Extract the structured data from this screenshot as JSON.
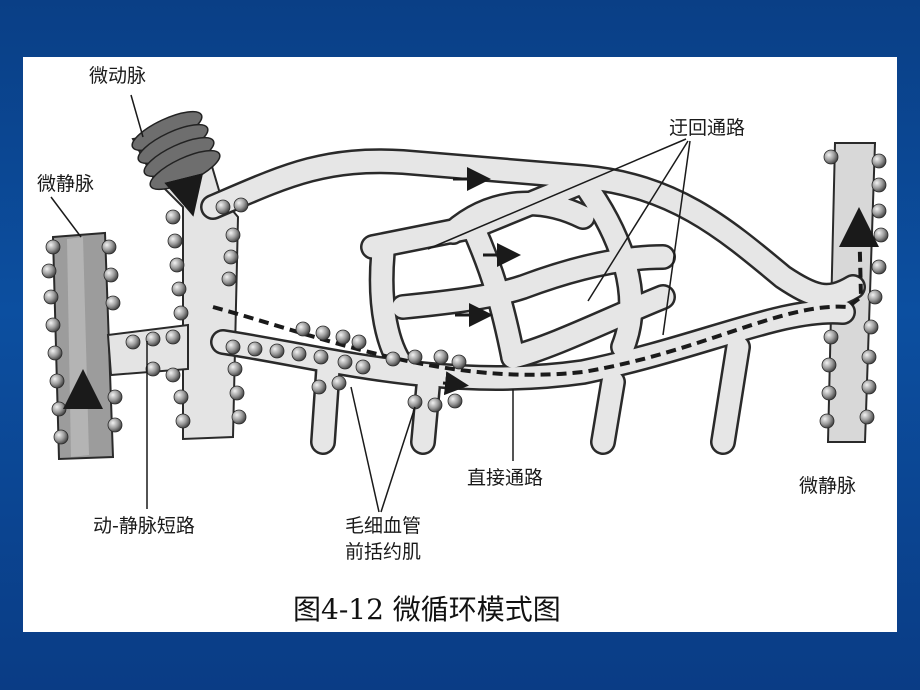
{
  "labels": {
    "arteriole": "微动脉",
    "venule_left": "微静脉",
    "thoroughfare_route": "迂回通路",
    "direct_route": "直接通路",
    "venule_right": "微静脉",
    "av_shunt": "动-静脉短路",
    "precapillary_sphincter_line1": "毛细血管",
    "precapillary_sphincter_line2": "前括约肌"
  },
  "caption": "图4-12  微循环模式图",
  "colors": {
    "background": "#0c4a9a",
    "panel": "#ffffff",
    "vessel_fill": "#e6e6e6",
    "vessel_outline": "#2a2a2a",
    "muscle_bead": "#8a8a8a",
    "arrow": "#1a1a1a"
  }
}
